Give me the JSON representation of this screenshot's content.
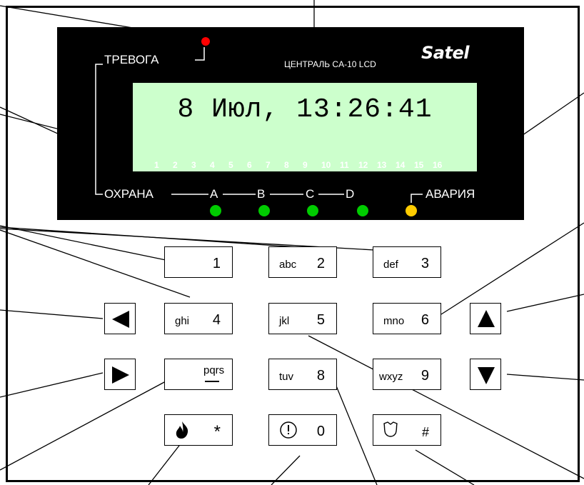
{
  "panel": {
    "alarm_label": "ТРЕВОГА",
    "model_label": "ЦЕНТРАЛЬ CA-10 LCD",
    "brand": "Satel",
    "guard_label": "ОХРАНА",
    "zones": [
      "A",
      "B",
      "C",
      "D"
    ],
    "fault_label": "АВАРИЯ",
    "zone_numbers": [
      "1",
      "2",
      "3",
      "4",
      "5",
      "6",
      "7",
      "8",
      "9",
      "10",
      "11",
      "12",
      "13",
      "14",
      "15",
      "16"
    ]
  },
  "lcd": {
    "text": "8 Июл, 13:26:41"
  },
  "leds": {
    "alarm_color": "#ff0000",
    "zone_color": "#00cc00",
    "fault_color": "#ffcc00"
  },
  "keys": [
    {
      "letters": "",
      "digit": "1"
    },
    {
      "letters": "abc",
      "digit": "2"
    },
    {
      "letters": "def",
      "digit": "3"
    },
    {
      "letters": "ghi",
      "digit": "4"
    },
    {
      "letters": "jkl",
      "digit": "5"
    },
    {
      "letters": "mno",
      "digit": "6"
    },
    {
      "letters": "pqrs",
      "digit": ""
    },
    {
      "letters": "tuv",
      "digit": "8"
    },
    {
      "letters": "wxyz",
      "digit": "9"
    },
    {
      "letters": "",
      "digit": "*"
    },
    {
      "letters": "",
      "digit": "0"
    },
    {
      "letters": "",
      "digit": "#"
    }
  ],
  "icons": {
    "left": "left-arrow-icon",
    "right": "right-arrow-icon",
    "up": "up-arrow-icon",
    "down": "down-arrow-icon",
    "fire": "fire-icon",
    "exclaim": "exclamation-circle-icon",
    "shield": "shield-icon"
  }
}
